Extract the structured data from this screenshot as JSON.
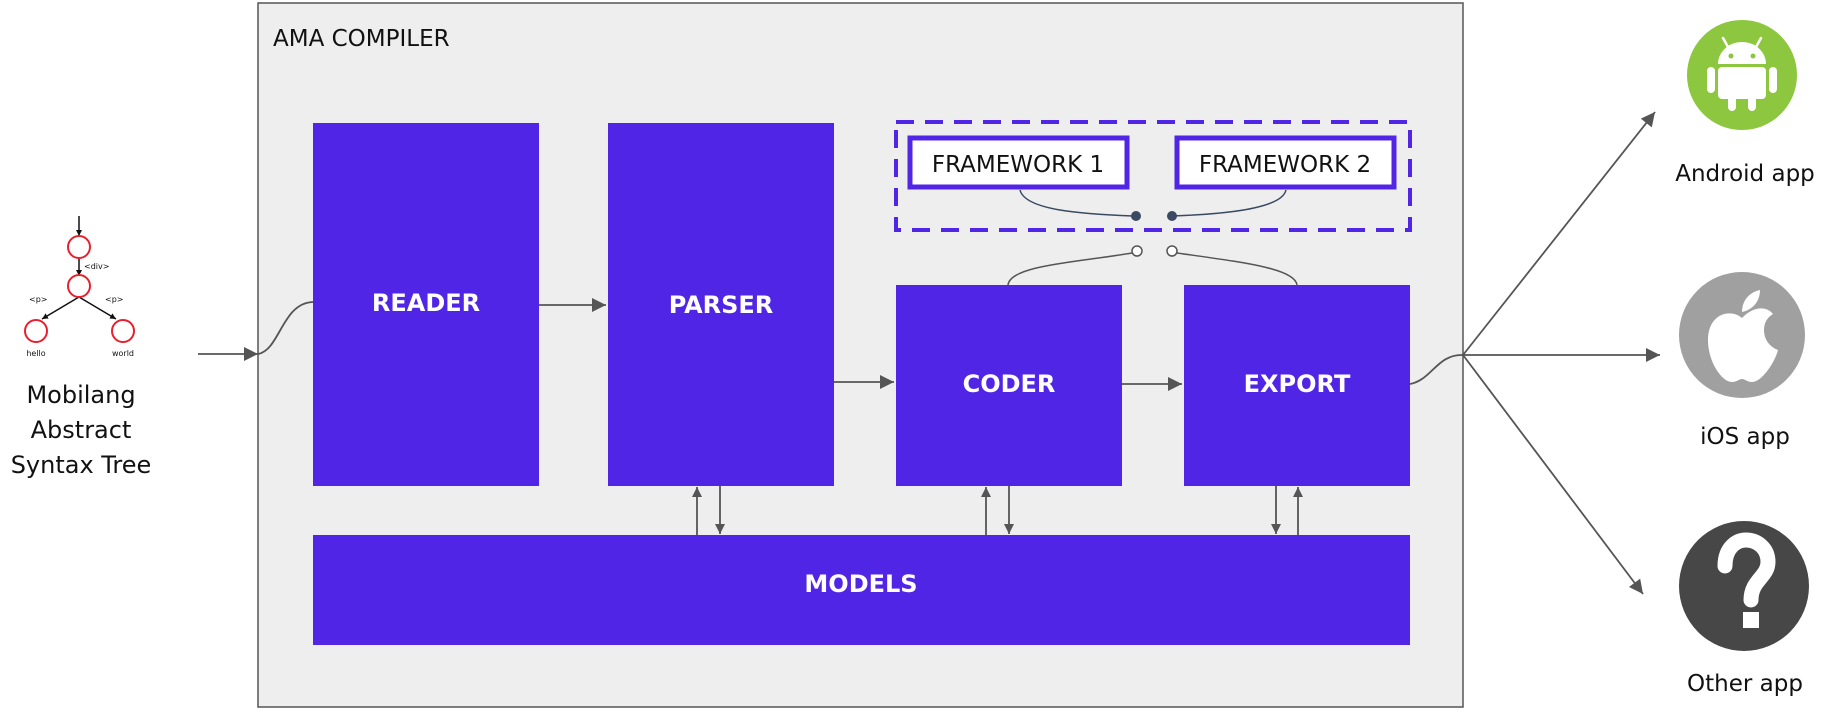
{
  "compiler": {
    "title": "AMA COMPILER"
  },
  "input": {
    "label_lines": [
      "Mobilang",
      "Abstract",
      "Syntax Tree"
    ],
    "tree_tags": {
      "div": "<div>",
      "p_left": "<p>",
      "p_right": "<p>"
    },
    "tree_leaves": {
      "left": "hello",
      "right": "world"
    }
  },
  "blocks": {
    "reader": "READER",
    "parser": "PARSER",
    "coder": "CODER",
    "export": "EXPORT",
    "models": "MODELS"
  },
  "frameworks": {
    "f1": "FRAMEWORK 1",
    "f2": "FRAMEWORK 2"
  },
  "outputs": {
    "android": "Android app",
    "ios": "iOS app",
    "other": "Other app"
  },
  "icons": {
    "android": "android-logo-icon",
    "ios": "apple-logo-icon",
    "other": "question-mark-icon"
  },
  "colors": {
    "block": "#5025E6",
    "panel": "#EEEEEE",
    "panel_border": "#555555",
    "arrow": "#555555",
    "tree_node": "#E8202E",
    "android": "#8DC63F",
    "ios": "#A0A0A0",
    "other": "#474747",
    "pin": "#3A4A63"
  }
}
